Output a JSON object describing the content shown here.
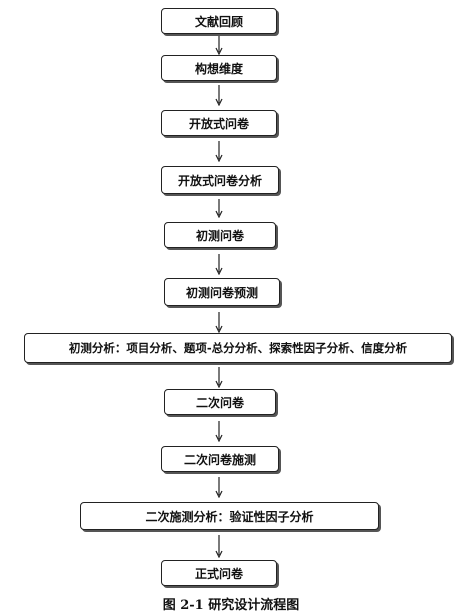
{
  "steps": [
    "文献回顾",
    "构想维度",
    "开放式问卷",
    "开放式问卷分析",
    "初测问卷",
    "初测问卷预测",
    "初测分析：项目分析、题项-总分分析、探索性因子分析、信度分析",
    "二次问卷",
    "二次问卷施测",
    "二次施测分析：验证性因子分析",
    "正式问卷"
  ],
  "caption": "图 2-1  研究设计流程图"
}
